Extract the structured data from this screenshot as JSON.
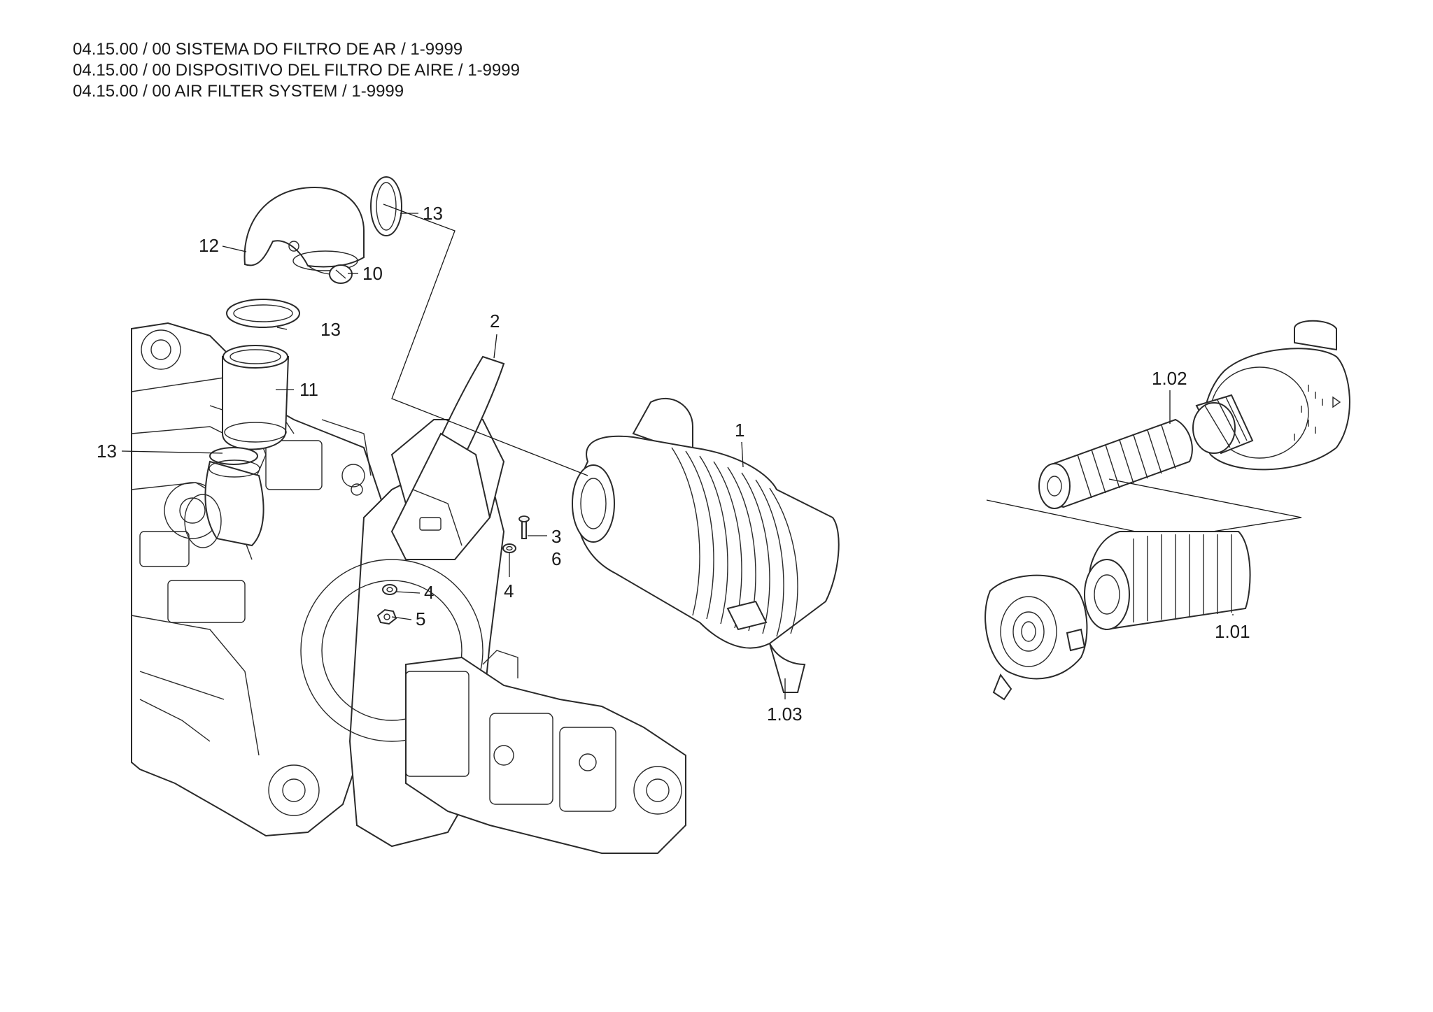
{
  "header": {
    "lines": [
      "04.15.00 / 00 SISTEMA DO FILTRO DE AR / 1-9999",
      "04.15.00 / 00 DISPOSITIVO DEL FILTRO DE AIRE / 1-9999",
      "04.15.00 / 00 AIR FILTER SYSTEM / 1-9999"
    ]
  },
  "callouts": [
    {
      "id": "c13a",
      "label": "13"
    },
    {
      "id": "c12",
      "label": "12"
    },
    {
      "id": "c10",
      "label": "10"
    },
    {
      "id": "c13b",
      "label": "13"
    },
    {
      "id": "c2",
      "label": "2"
    },
    {
      "id": "c11",
      "label": "11"
    },
    {
      "id": "c13c",
      "label": "13"
    },
    {
      "id": "c1",
      "label": "1"
    },
    {
      "id": "c3",
      "label": "3"
    },
    {
      "id": "c6",
      "label": "6"
    },
    {
      "id": "c4a",
      "label": "4"
    },
    {
      "id": "c4b",
      "label": "4"
    },
    {
      "id": "c5",
      "label": "5"
    },
    {
      "id": "c103",
      "label": "1.03"
    },
    {
      "id": "c102",
      "label": "1.02"
    },
    {
      "id": "c101",
      "label": "1.01"
    }
  ]
}
